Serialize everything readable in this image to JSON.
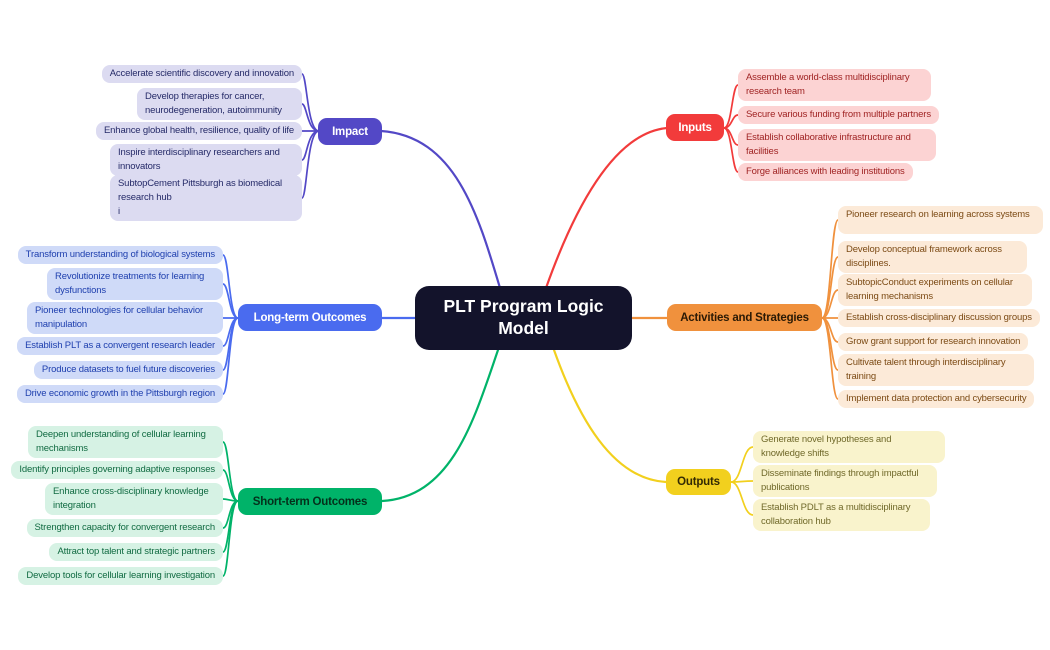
{
  "title": "PLT Program Logic Model",
  "center": {
    "bg": "#13132b",
    "text_color": "#ffffff"
  },
  "branches": [
    {
      "label": "Impact",
      "color": "#5348c6",
      "leaf_bg": "#dcdbf1",
      "leaf_text": "#252a68",
      "items": [
        "Accelerate scientific discovery and innovation",
        "Develop therapies for cancer, neurodegeneration, autoimmunity",
        "Enhance global health, resilience, quality of life",
        "Inspire interdisciplinary researchers and innovators",
        "SubtopCement Pittsburgh as biomedical research hub\ni"
      ]
    },
    {
      "label": "Inputs",
      "color": "#f23b3b",
      "leaf_bg": "#fcd3d3",
      "leaf_text": "#a02424",
      "items": [
        "Assemble a world-class multidisciplinary research team",
        "Secure various funding from multiple partners",
        "Establish collaborative infrastructure and facilities",
        "Forge alliances with leading institutions"
      ]
    },
    {
      "label": "Long-term Outcomes",
      "color": "#4a6bef",
      "leaf_bg": "#cfdaf8",
      "leaf_text": "#1e3fae",
      "items": [
        "Transform understanding of biological systems",
        "Revolutionize treatments for learning dysfunctions",
        "Pioneer technologies for cellular behavior manipulation",
        "Establish PLT as a convergent research leader",
        "Produce datasets to fuel future discoveries",
        "Drive economic growth in the Pittsburgh region"
      ]
    },
    {
      "label": "Activities and Strategies",
      "color": "#f0913d",
      "text_color": "#2b1a05",
      "leaf_bg": "#fcead8",
      "leaf_text": "#7c4b15",
      "items": [
        "Pioneer research on learning across systems",
        "Develop conceptual framework across disciplines.",
        "SubtopicConduct experiments on cellular learning mechanisms",
        "Establish cross-disciplinary discussion groups",
        "Grow grant support for research innovation",
        "Cultivate talent through interdisciplinary training",
        "Implement data protection and cybersecurity"
      ]
    },
    {
      "label": "Short-term Outcomes",
      "color": "#00b369",
      "text_color": "#04301b",
      "leaf_bg": "#d6f2e4",
      "leaf_text": "#116b42",
      "items": [
        "Deepen understanding of cellular learning mechanisms",
        "Identify principles governing adaptive responses",
        "Enhance cross-disciplinary knowledge integration",
        "Strengthen capacity for convergent research",
        "Attract top talent and strategic partners",
        "Develop tools for cellular learning investigation"
      ]
    },
    {
      "label": "Outputs",
      "color": "#f2d01e",
      "text_color": "#332a04",
      "leaf_bg": "#f9f3cc",
      "leaf_text": "#70692a",
      "items": [
        "Generate novel hypotheses and knowledge shifts",
        "Disseminate findings through impactful publications",
        "Establish PDLT as a multidisciplinary collaboration hub"
      ]
    }
  ]
}
